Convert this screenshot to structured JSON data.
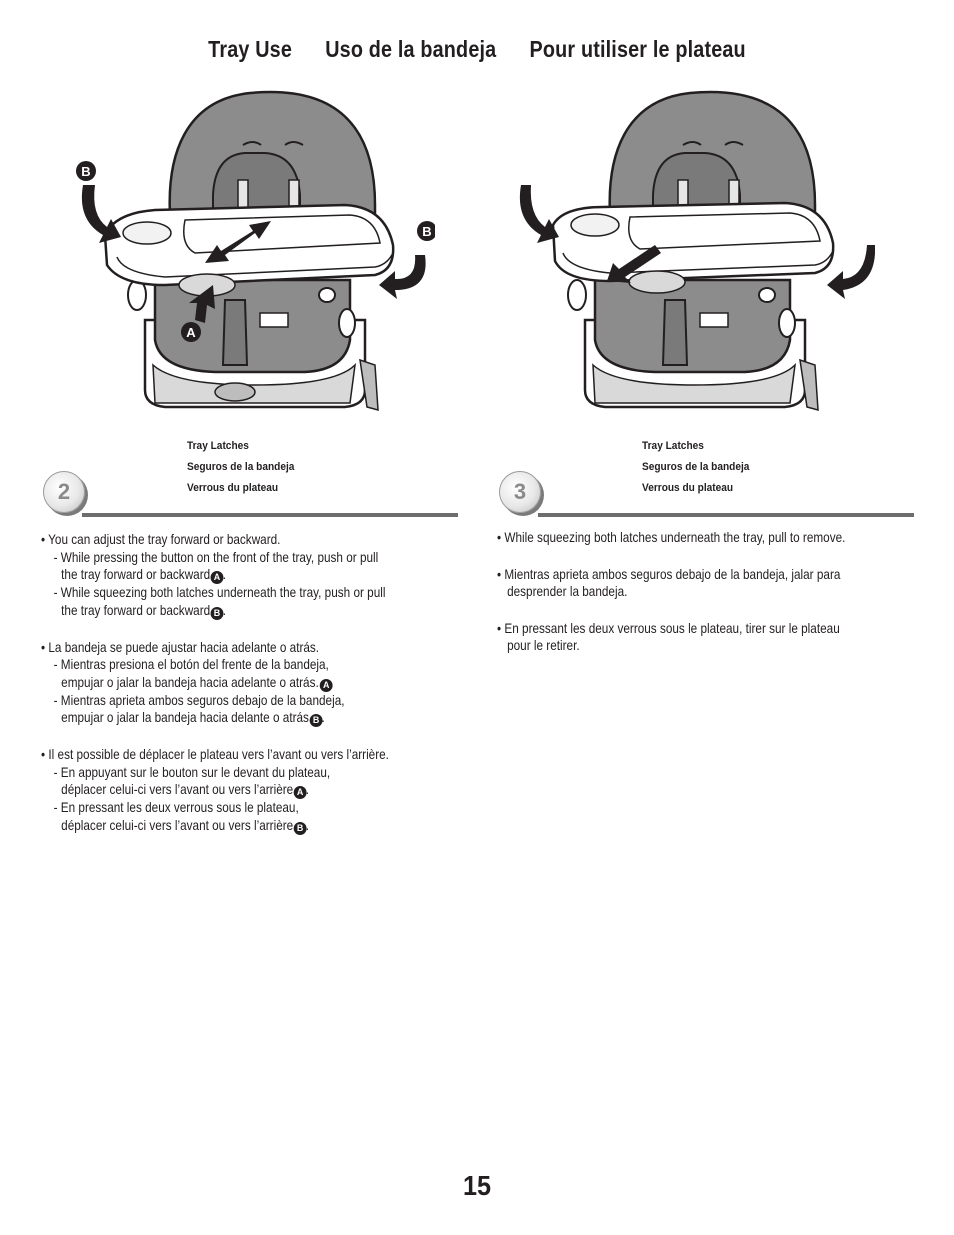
{
  "header": {
    "title_en": "Tray Use",
    "title_es": "Uso de la bandeja",
    "title_fr": "Pour utiliser le plateau"
  },
  "step2": {
    "number": "2",
    "callout_a": "A",
    "callout_b": "B",
    "latch_labels": [
      "Tray Latches",
      "Seguros de la bandeja",
      "Verrous du plateau"
    ],
    "en_bullet": "• You can adjust the tray forward or backward.",
    "en_sub1_l1": "- While pressing the button on the front of the tray, push or pull",
    "en_sub1_l2": "the tray forward or backward",
    "en_sub2_l1": "- While squeezing both latches underneath the tray, push or pull",
    "en_sub2_l2": "the tray forward or backward",
    "es_bullet": "• La bandeja se puede ajustar hacia adelante o atrás.",
    "es_sub1_l1": "- Mientras presiona el botón del frente de la bandeja,",
    "es_sub1_l2": "empujar o jalar la bandeja hacia adelante o atrás.",
    "es_sub2_l1": "- Mientras aprieta ambos seguros debajo de la bandeja,",
    "es_sub2_l2": "empujar o jalar la bandeja hacia delante o atrás",
    "fr_bullet": "• Il est possible de déplacer le plateau vers l’avant ou vers l’arrière.",
    "fr_sub1_l1": "- En appuyant sur le bouton sur le devant du plateau,",
    "fr_sub1_l2": "déplacer celui-ci vers l’avant ou vers l’arrière",
    "fr_sub2_l1": "- En pressant les deux verrous sous le plateau,",
    "fr_sub2_l2": "déplacer celui-ci vers l’avant ou vers l’arrière",
    "period": "."
  },
  "step3": {
    "number": "3",
    "latch_labels": [
      "Tray Latches",
      "Seguros de la bandeja",
      "Verrous du plateau"
    ],
    "en_l1": "• While squeezing both latches underneath the tray, pull to remove.",
    "es_l1": "• Mientras aprieta ambos seguros debajo de la bandeja, jalar para",
    "es_l2": "desprender la bandeja.",
    "fr_l1": "• En pressant les deux verrous sous le plateau, tirer sur le plateau",
    "fr_l2": "pour le retirer."
  },
  "page_number": "15",
  "colors": {
    "ink": "#231f20",
    "seat_gray": "#8c8c8c",
    "rule_gray": "#6d6d6d",
    "light_gray": "#d9d9d9"
  }
}
